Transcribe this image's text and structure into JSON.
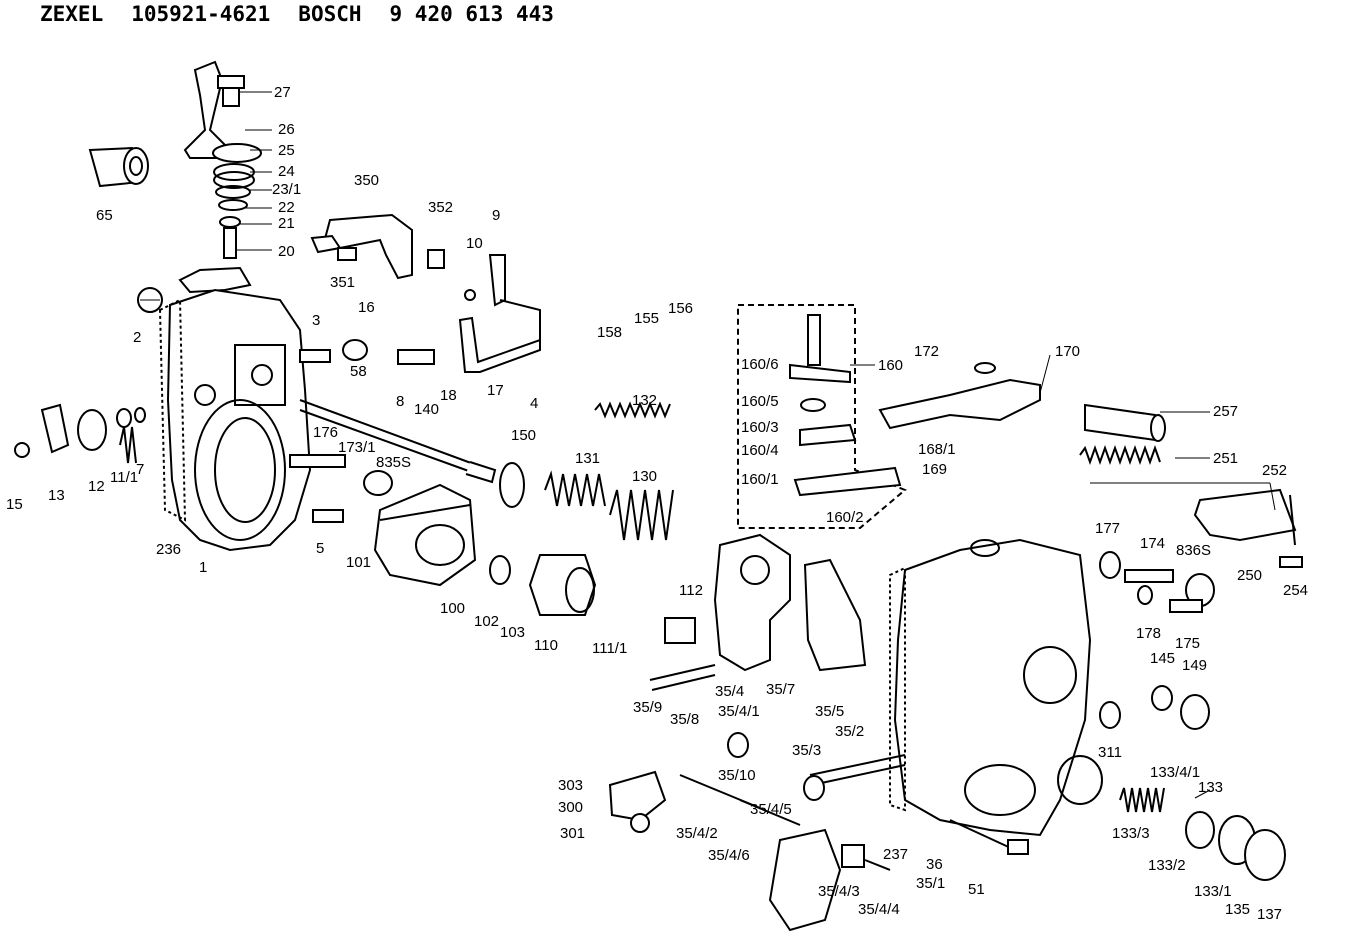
{
  "header": {
    "brand1": "ZEXEL",
    "part1": "105921-4621",
    "brand2": "BOSCH",
    "part2": "9 420 613 443"
  },
  "callouts": [
    "27",
    "26",
    "25",
    "24",
    "23/1",
    "22",
    "21",
    "20",
    "65",
    "350",
    "352",
    "351",
    "9",
    "10",
    "2",
    "3",
    "16",
    "58",
    "8",
    "18",
    "17",
    "155",
    "156",
    "158",
    "132",
    "4",
    "160",
    "160/6",
    "160/5",
    "160/3",
    "160/4",
    "160/1",
    "160/2",
    "172",
    "170",
    "257",
    "168/1",
    "169",
    "251",
    "252",
    "250",
    "254",
    "140",
    "176",
    "173/1",
    "835S",
    "150",
    "131",
    "130",
    "15",
    "13",
    "12",
    "11/1",
    "7",
    "236",
    "1",
    "5",
    "101",
    "100",
    "102",
    "103",
    "110",
    "111/1",
    "112",
    "35/4",
    "35/7",
    "35/5",
    "35/9",
    "35/8",
    "35/4/1",
    "35/10",
    "177",
    "174",
    "836S",
    "178",
    "175",
    "145",
    "149",
    "311",
    "35/3",
    "35/2",
    "303",
    "300",
    "301",
    "35/4/2",
    "35/4/5",
    "35/4/6",
    "35/4/3",
    "35/4/4",
    "237",
    "36",
    "35/1",
    "51",
    "133/4/1",
    "133",
    "133/3",
    "133/2",
    "133/1",
    "135",
    "137"
  ]
}
